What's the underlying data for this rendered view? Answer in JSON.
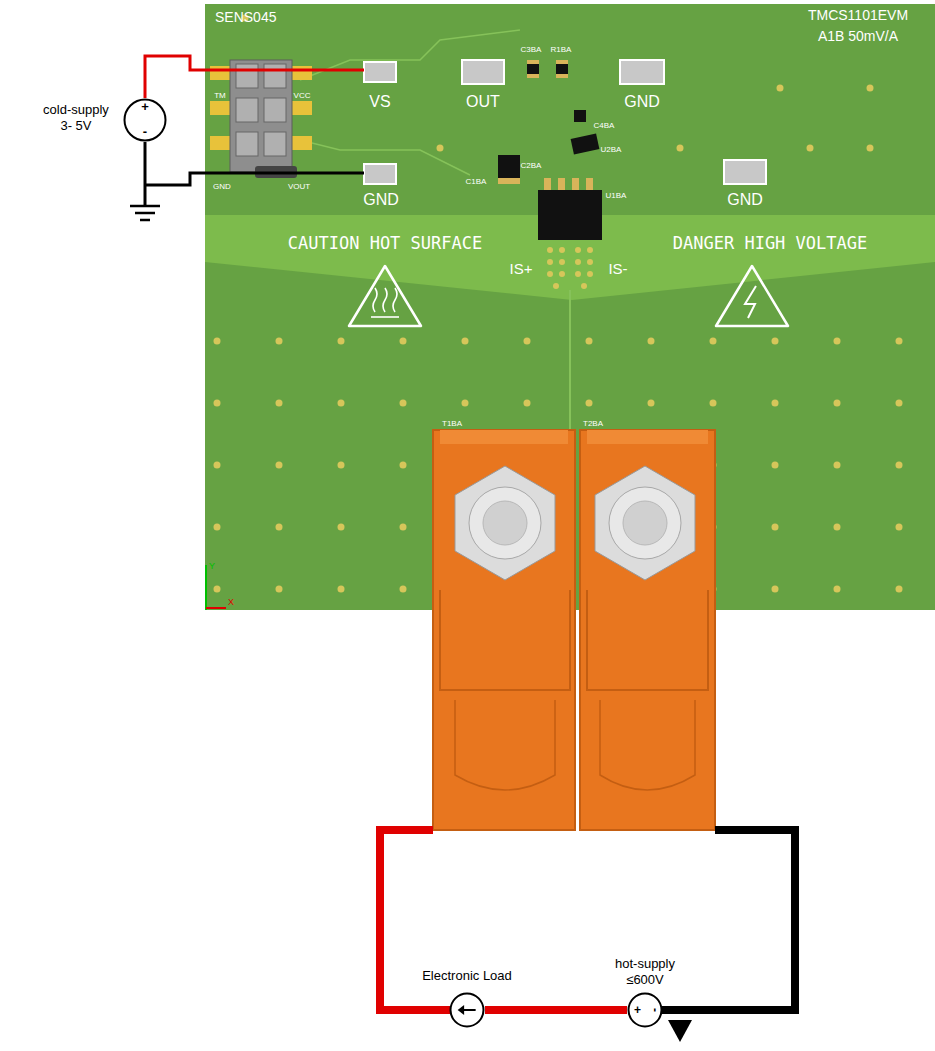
{
  "diagram": {
    "nodes": [
      {
        "text": [
          "cold-supply 3- 5V",
          "+",
          "-"
        ]
      },
      {
        "text": [
          "Electronic Load"
        ]
      },
      {
        "text": [
          "hot-supply ≤600V",
          "+",
          "-"
        ]
      }
    ],
    "edges": [
      {
        "from": 1,
        "to": 2,
        "arrow": "none"
      }
    ],
    "labels": [
      "SENS045",
      "TMCS1101EVM",
      "A1B 50mV/A",
      "TM",
      "VCC",
      "GND",
      "VOUT",
      "VS",
      "OUT",
      "GND",
      "GND",
      "GND",
      "C3BA",
      "R1BA",
      "C4BA",
      "U2BA",
      "C2BA",
      "C1BA",
      "U1BA",
      "IS+",
      "IS-",
      "CAUTION HOT SURFACE",
      "DANGER HIGH VOLTAGE",
      "T1BA",
      "T2BA",
      "X",
      "Y"
    ]
  }
}
